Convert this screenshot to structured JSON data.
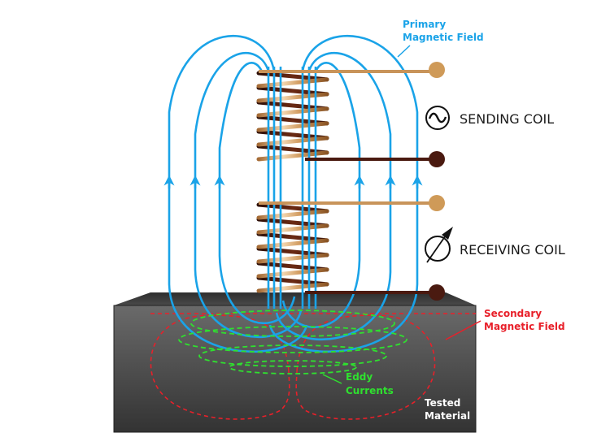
{
  "diagram": {
    "title": "Eddy current testing principle",
    "labels": {
      "primary_field": [
        "Primary",
        "Magnetic Field"
      ],
      "sending_coil": "SENDING COIL",
      "receiving_coil": "RECEIVING COIL",
      "secondary_field": [
        "Secondary",
        "Magnetic Field"
      ],
      "eddy_currents": [
        "Eddy",
        "Currents"
      ],
      "tested_material": [
        "Tested",
        "Material"
      ]
    },
    "icons": {
      "sending": "ac-source-icon",
      "receiving": "meter-icon"
    },
    "colors": {
      "primary_field": "#1aa3e8",
      "secondary_field": "#e8202a",
      "eddy_currents": "#2fe02f",
      "coil_light": "#c8945a",
      "coil_dark": "#4a1a10",
      "material_top": "#3a3a3a",
      "material_front": "#5e5e5e",
      "label_text": "#1a1a1a",
      "material_label": "#ffffff"
    },
    "sending_coil_turns": 6,
    "receiving_coil_turns": 6
  }
}
